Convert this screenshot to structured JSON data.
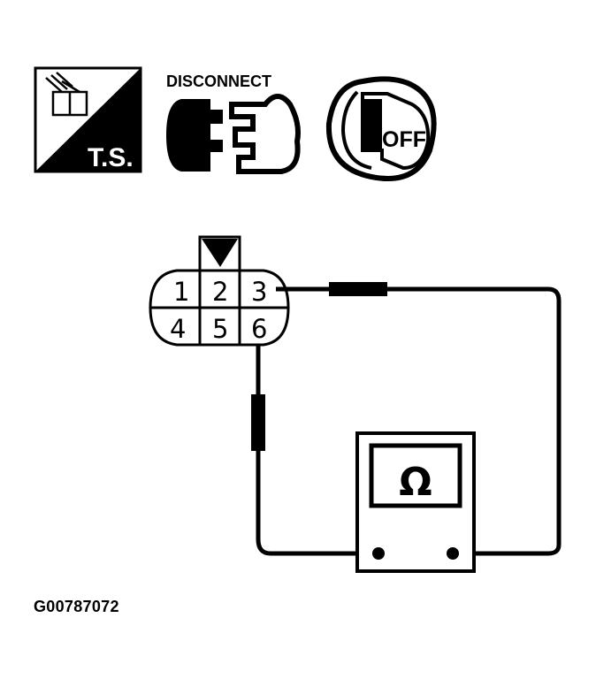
{
  "icons": {
    "test_symbol_label": "T.S.",
    "disconnect_label": "DISCONNECT",
    "ignition_label": "OFF"
  },
  "connector": {
    "pins": [
      "1",
      "2",
      "3",
      "4",
      "5",
      "6"
    ]
  },
  "meter": {
    "symbol": "Ω"
  },
  "figure_id": "G00787072",
  "colors": {
    "ink": "#000000",
    "paper": "#ffffff"
  }
}
